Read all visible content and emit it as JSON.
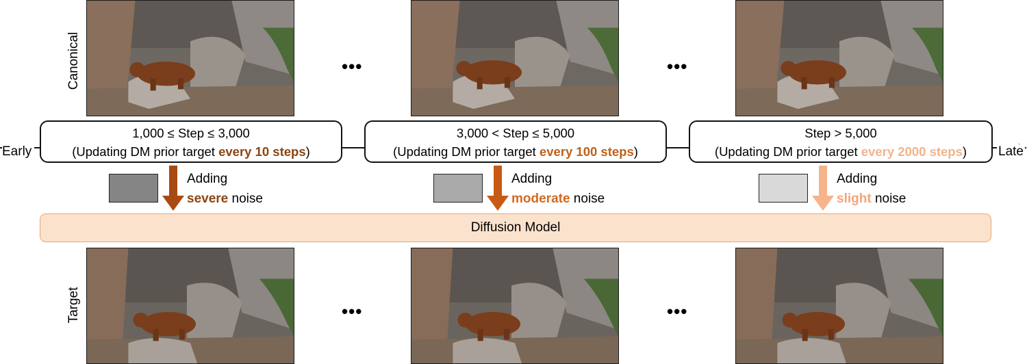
{
  "rows": {
    "top_label": "Canonical",
    "bottom_label": "Target"
  },
  "ellipsis": "•••",
  "timeline": {
    "start_label": "Early",
    "end_label": "Late"
  },
  "stages": [
    {
      "range": "1,000 ≤ Step ≤ 3,000",
      "prefix": "(Updating DM prior target ",
      "highlight": "every 10 steps",
      "suffix": ")",
      "highlight_color": "#8b4513",
      "adding": "Adding",
      "noise_level": "severe",
      "noise_word": " noise",
      "level_color": "#8b4513"
    },
    {
      "range": "3,000 < Step ≤ 5,000",
      "prefix": "(Updating DM prior target ",
      "highlight": "every 100 steps",
      "suffix": ")",
      "highlight_color": "#c0601a",
      "adding": "Adding",
      "noise_level": "moderate",
      "noise_word": " noise",
      "level_color": "#d2691e"
    },
    {
      "range": "Step > 5,000",
      "prefix": "(Updating DM prior target ",
      "highlight": "every 2000 steps",
      "suffix": ")",
      "highlight_color": "#f2b48a",
      "adding": "Adding",
      "noise_level": "slight",
      "noise_word": " noise",
      "level_color": "#f2a577"
    }
  ],
  "diffusion_model": "Diffusion Model",
  "colors": {
    "arrow_severe": "#a84a12",
    "arrow_moderate": "#c85a14",
    "arrow_slight": "#f6b48a",
    "noise_severe": "#858585",
    "noise_moderate": "#aaaaaa",
    "noise_slight": "#d9d9d9",
    "dm_fill": "#fbe2cd"
  }
}
